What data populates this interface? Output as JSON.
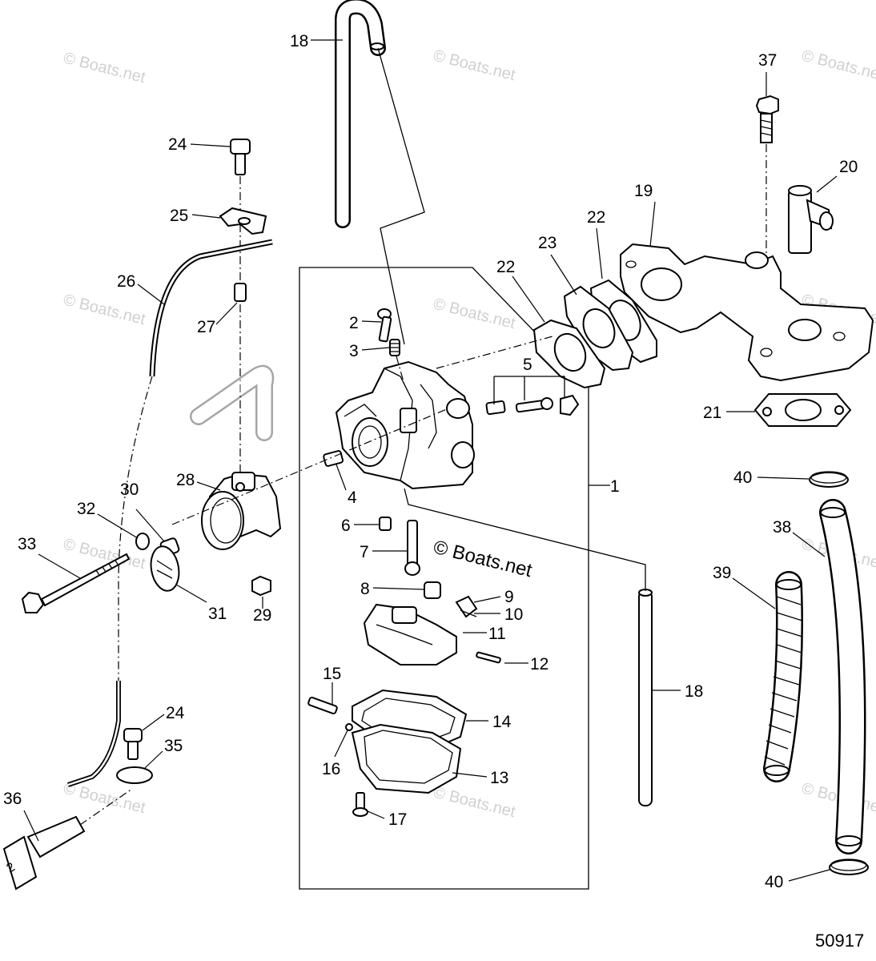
{
  "diagram": {
    "figure_number": "50917",
    "watermark_text": "© Boats.net",
    "labels": [
      "1",
      "2",
      "3",
      "4",
      "5",
      "6",
      "7",
      "8",
      "9",
      "10",
      "11",
      "12",
      "13",
      "14",
      "15",
      "16",
      "17",
      "18",
      "18",
      "19",
      "20",
      "21",
      "22",
      "22",
      "23",
      "24",
      "24",
      "25",
      "26",
      "27",
      "28",
      "29",
      "30",
      "31",
      "32",
      "33",
      "35",
      "36",
      "37",
      "38",
      "39",
      "40",
      "40"
    ]
  }
}
